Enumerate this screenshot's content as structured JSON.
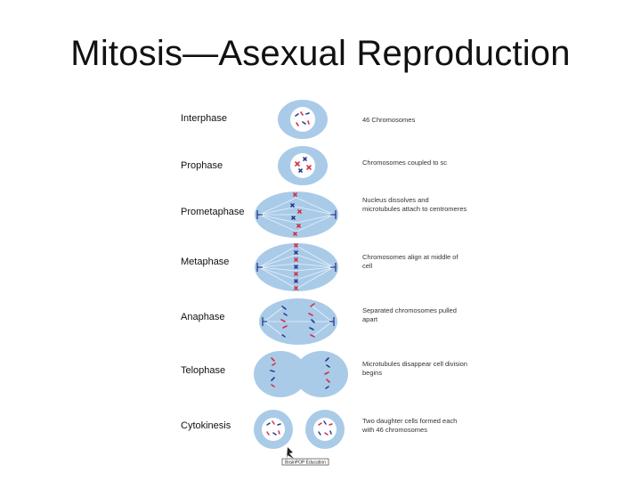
{
  "slide": {
    "title": "Mitosis—Asexual Reproduction"
  },
  "stages": [
    {
      "name": "Interphase",
      "description": "46 Chromosomes"
    },
    {
      "name": "Prophase",
      "description": "Chromosomes coupled to sc"
    },
    {
      "name": "Prometaphase",
      "description": "Nucleus dissolves and microtubules attach to centromeres"
    },
    {
      "name": "Metaphase",
      "description": "Chromosomes align at middle of cell"
    },
    {
      "name": "Anaphase",
      "description": "Separated chromosomes pulled apart"
    },
    {
      "name": "Telophase",
      "description": "Microtubules disappear cell division begins"
    },
    {
      "name": "Cytokinesis",
      "description": "Two daughter cells formed each with 46 chromosomes"
    }
  ],
  "credit": {
    "text": "BrainPOP Education"
  },
  "colors": {
    "cell_fill": "#a9cbe8",
    "cell_edge": "#8fb8df",
    "nucleus_fill": "#ffffff",
    "chromosome_red": "#d1324a",
    "chromosome_blue": "#2a3b8f",
    "spindle": "#e8f1fa"
  }
}
